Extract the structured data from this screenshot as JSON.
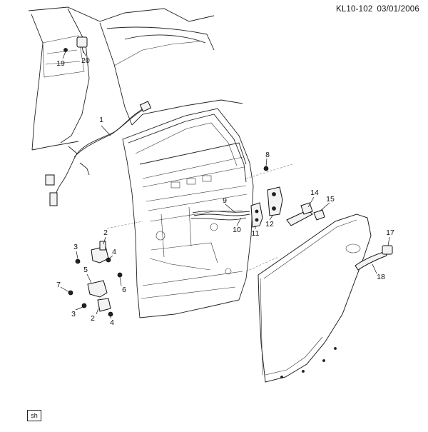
{
  "header": {
    "code": "KL10-102",
    "date": "03/01/2006"
  },
  "footer": {
    "tag": "sh"
  },
  "callouts": {
    "c1": "1",
    "c2a": "2",
    "c2b": "2",
    "c3a": "3",
    "c3b": "3",
    "c4a": "4",
    "c4b": "4",
    "c5": "5",
    "c6": "6",
    "c7": "7",
    "c8": "8",
    "c9": "9",
    "c10": "10",
    "c11": "11",
    "c12": "12",
    "c14": "14",
    "c15": "15",
    "c17": "17",
    "c18": "18",
    "c19": "19",
    "c20": "20"
  }
}
